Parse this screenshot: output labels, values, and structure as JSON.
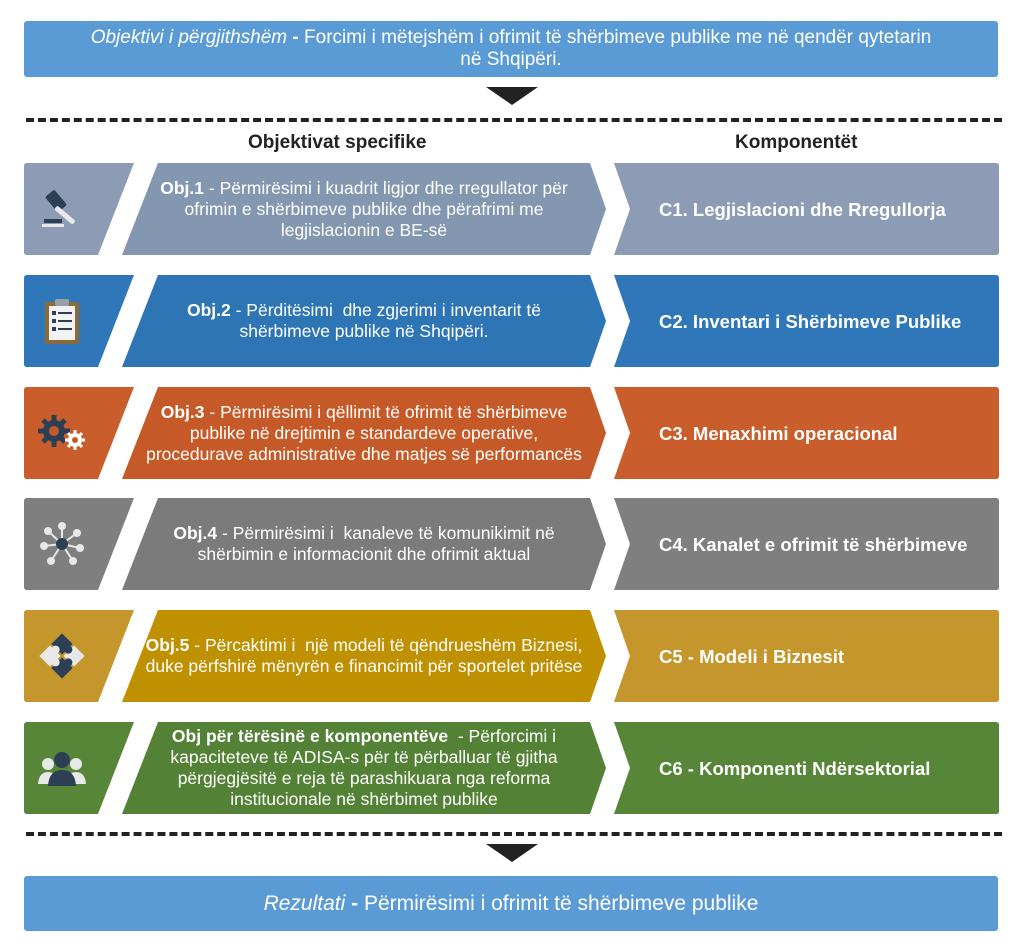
{
  "general_objective": {
    "label": "Objektivi i përgjithshëm",
    "separator": " - ",
    "text": "Forcimi i mëtejshëm i ofrimit të shërbimeve publike me në qendër qytetarin në Shqipëri."
  },
  "columns": {
    "left": "Objektivat specifike",
    "right": "Komponentët"
  },
  "rows": [
    {
      "icon": "gavel-icon",
      "obj_label": "Obj.1",
      "obj_text": " - Përmirësimi i kuadrit ligjor dhe rregullator për ofrimin e shërbimeve publike dhe përafrimi me legjislacionin e BE-së",
      "component": "C1. Legjislacioni dhe Rregullorja",
      "color_dark": "#8497b0",
      "color_light": "#8b9cb4"
    },
    {
      "icon": "clipboard-checklist-icon",
      "obj_label": "Obj.2",
      "obj_text": " - Përditësimi  dhe zgjerimi i inventarit të shërbimeve publike në Shqipëri.",
      "component": "C2. Inventari i Shërbimeve Publike",
      "color_dark": "#2e75b6",
      "color_light": "#2f77b8"
    },
    {
      "icon": "gears-icon",
      "obj_label": "Obj.3",
      "obj_text": " - Përmirësimi i qëllimit të ofrimit të shërbimeve publike në drejtimin e standardeve operative, procedurave administrative dhe matjes së performancës",
      "component": "C3. Menaxhimi operacional",
      "color_dark": "#c55a28",
      "color_light": "#c95d2b"
    },
    {
      "icon": "network-nodes-icon",
      "obj_label": "Obj.4",
      "obj_text": " - Përmirësimi i  kanaleve të komunikimit në shërbimin e informacionit dhe ofrimit aktual",
      "component": "C4. Kanalet e ofrimit të shërbimeve",
      "color_dark": "#7b7b7b",
      "color_light": "#7f7f7f"
    },
    {
      "icon": "puzzle-pieces-icon",
      "obj_label": "Obj.5",
      "obj_text": " - Përcaktimi i  një modeli të qëndrueshëm Biznesi, duke përfshirë mënyrën e financimit për sportelet pritëse",
      "component": "C5 - Modeli i Biznesit",
      "color_dark": "#bf9000",
      "color_light": "#c4962b"
    },
    {
      "icon": "people-group-icon",
      "obj_label": "Obj për tërësinë e komponentëve",
      "obj_text": "  - Përforcimi i kapaciteteve të ADISA-s për të përballuar të gjitha përgjegjësitë e reja të parashikuara nga reforma institucionale në shërbimet publike",
      "component": "C6 - Komponenti Ndërsektorial",
      "color_dark": "#538135",
      "color_light": "#588639"
    }
  ],
  "result": {
    "label": "Rezultati",
    "separator": " - ",
    "text": "Përmirësimi i ofrimit të shërbimeve publike"
  }
}
